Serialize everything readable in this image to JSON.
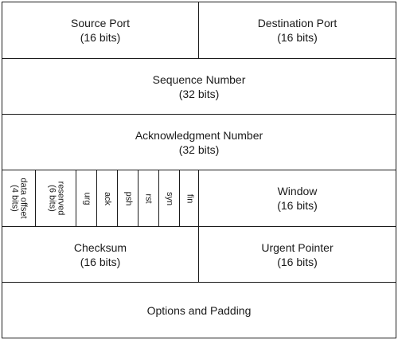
{
  "diagram": {
    "row1": {
      "source_port": {
        "name": "Source Port",
        "size": "(16 bits)"
      },
      "destination_port": {
        "name": "Destination Port",
        "size": "(16 bits)"
      }
    },
    "row2": {
      "name": "Sequence Number",
      "size": "(32 bits)"
    },
    "row3": {
      "name": "Acknowledgment Number",
      "size": "(32 bits)"
    },
    "row4": {
      "data_offset": {
        "name": "data offset",
        "size": "(4 bits)"
      },
      "reserved": {
        "name": "reserved",
        "size": "(6 bits)"
      },
      "flags": [
        "urg",
        "ack",
        "psh",
        "rst",
        "syn",
        "fin"
      ],
      "window": {
        "name": "Window",
        "size": "(16 bits)"
      }
    },
    "row5": {
      "checksum": {
        "name": "Checksum",
        "size": "(16 bits)"
      },
      "urgent_pointer": {
        "name": "Urgent Pointer",
        "size": "(16 bits)"
      }
    },
    "row6": {
      "name": "Options and Padding"
    }
  }
}
